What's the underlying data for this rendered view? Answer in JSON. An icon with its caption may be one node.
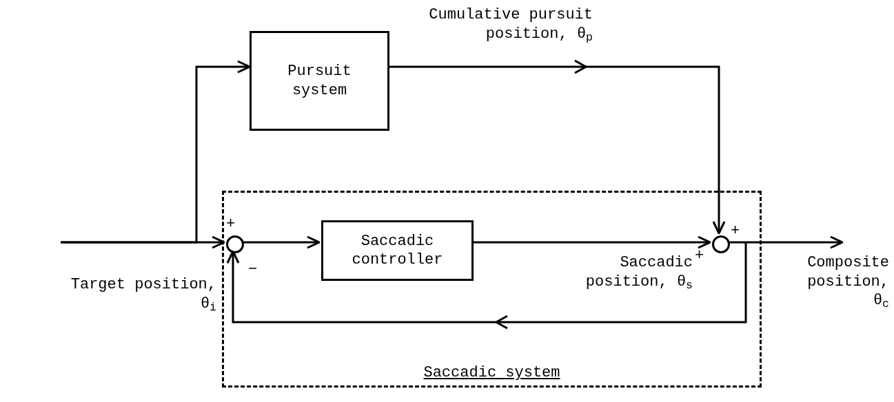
{
  "diagram": {
    "nodes": [
      {
        "text": [
          "Saccadic system"
        ]
      },
      {
        "text": [
          "Pursuit system"
        ]
      },
      {
        "text": [
          "Saccadic controller"
        ],
        "in": 0
      },
      {
        "text": [],
        "shape": "circle",
        "in": 0,
        "beside": [
          "+",
          "−"
        ]
      },
      {
        "text": [],
        "shape": "circle",
        "in": 0,
        "beside": [
          "+",
          "+"
        ]
      },
      {
        "text": [
          "Composite position, θ$_{c}$"
        ]
      }
    ],
    "edges": [
      {
        "from": null,
        "to": 3,
        "arrow": "to"
      },
      {
        "from": null,
        "to": 1,
        "arrow": "to"
      },
      {
        "from": 3,
        "to": 2,
        "arrow": "to"
      },
      {
        "from": 1,
        "to": 4,
        "arrow": "to"
      },
      {
        "from": 2,
        "to": 4,
        "arrow": "to"
      },
      {
        "from": 4,
        "to": 5,
        "arrow": "to"
      },
      {
        "from": 4,
        "to": 3,
        "arrow": "to"
      }
    ],
    "labels": [
      "Cumulative pursuit position, θ$_{p}$",
      "Target position, θ$_{i}$",
      "Saccadic position, θ$_{s}$"
    ]
  }
}
